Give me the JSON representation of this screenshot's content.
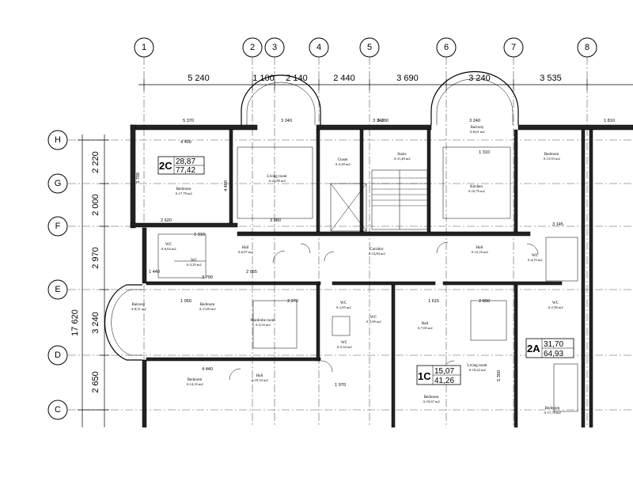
{
  "axes_top": [
    "1",
    "2",
    "3",
    "4",
    "5",
    "6",
    "7",
    "8"
  ],
  "axes_left": [
    "H",
    "G",
    "F",
    "E",
    "D",
    "C"
  ],
  "top_dims": [
    "5 240",
    "1 100",
    "2 140",
    "2 440",
    "3 690",
    "3 240",
    "3 535"
  ],
  "side_dims": [
    "2 220",
    "2 000",
    "2 970",
    "3 240",
    "2 650"
  ],
  "overall_dim": "17 620",
  "apartments": [
    {
      "code": "2C",
      "area1": "28,87",
      "area2": "77,42"
    },
    {
      "code": "1C",
      "area1": "15,07",
      "area2": "41,26"
    },
    {
      "code": "2A",
      "area1": "31,70",
      "area2": "64,93"
    }
  ],
  "rooms": [
    {
      "name": "Bedroom",
      "area": "A:17,78 m2"
    },
    {
      "name": "Living room",
      "area": "A:23,89 m2"
    },
    {
      "name": "Closet",
      "area": "A:3,28 m2"
    },
    {
      "name": "Stairs",
      "area": "A:11,48 m2"
    },
    {
      "name": "Balcony",
      "area": "A:8,61 m2"
    },
    {
      "name": "Kitchen",
      "area": "A:10,76 m2"
    },
    {
      "name": "Bedroom",
      "area": "A:13,93 m2"
    },
    {
      "name": "WC",
      "area": "A:6,64 m2"
    },
    {
      "name": "WC",
      "area": "A:3,29 m2"
    },
    {
      "name": "Hall",
      "area": "A:6,97 m2"
    },
    {
      "name": "Corridor",
      "area": "A:14,84 m2"
    },
    {
      "name": "Hall",
      "area": "A:12,16 m2"
    },
    {
      "name": "WC",
      "area": "A:4,19 m2"
    },
    {
      "name": "Balcony",
      "area": "A:8,31 m2"
    },
    {
      "name": "Bedroom",
      "area": "A:11,89 m2"
    },
    {
      "name": "Wardrobe room",
      "area": "A:3,54 m2"
    },
    {
      "name": "WC",
      "area": "A:1,65 m2"
    },
    {
      "name": "WC",
      "area": "A:3,99 m2"
    },
    {
      "name": "WC",
      "area": "A:5,34 m2"
    },
    {
      "name": "Hall",
      "area": "A:7,65 m2"
    },
    {
      "name": "Living room",
      "area": "A:19,22 m2"
    },
    {
      "name": "WC",
      "area": "A:1,96 m2"
    },
    {
      "name": "Bedroom",
      "area": "A:14,16 m2"
    },
    {
      "name": "Hall",
      "area": "A:19,33 m2"
    },
    {
      "name": "Bedroom",
      "area": "A:19,67 m2"
    },
    {
      "name": "Bedroom",
      "area": "A:17,78 m2"
    }
  ],
  "small_dims": [
    "5 370",
    "3 240",
    "3 240",
    "3 240",
    "3 145",
    "1 310",
    "1 810",
    "4 400",
    "3 980",
    "2 620",
    "3 700",
    "4 400",
    "3 790",
    "4 440",
    "1 970",
    "1 050",
    "2 270",
    "1 615",
    "2 890",
    "5 350",
    "1 310",
    "1 440",
    "1 290",
    "2 055"
  ]
}
